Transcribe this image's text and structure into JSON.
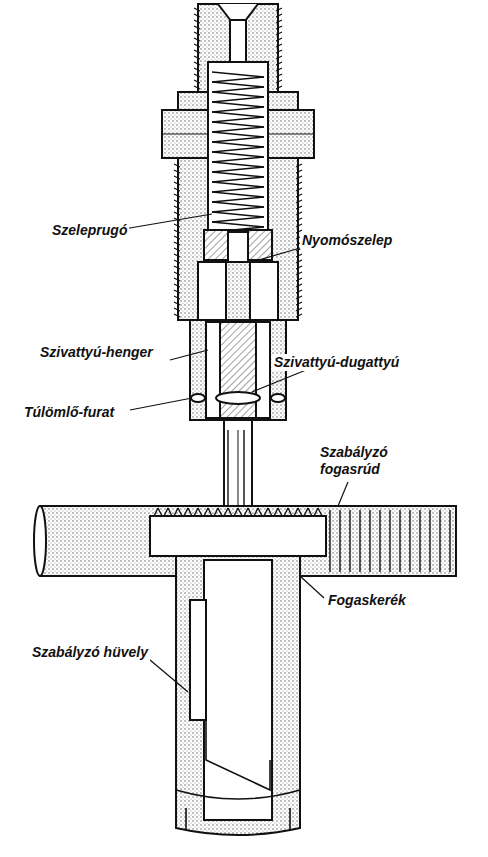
{
  "diagram": {
    "labels": [
      "Szeleprugó",
      "Nyomószelep",
      "Szivattyú-henger",
      "Szivattyú-dugattyú",
      "Túlömlő-furat",
      "Szabályzó fogasrúd",
      "Fogaskerék",
      "Szabályzó hüvely"
    ]
  }
}
